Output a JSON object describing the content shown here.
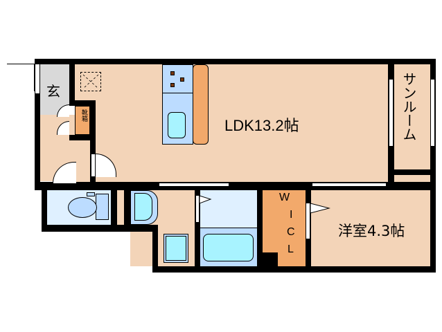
{
  "colors": {
    "wall": "#000000",
    "floor": "#f3d4b8",
    "entrance": "#d9d9d9",
    "storage": "#f2a96b",
    "wet_area": "#dff0ff",
    "fixture_blue": "#bcdcff",
    "fixture_cyan": "#a8f3ff"
  },
  "rooms": {
    "entrance": {
      "label": "玄"
    },
    "shoe_box": {
      "label": "靴箱"
    },
    "ldk": {
      "label": "LDK13.2帖"
    },
    "sunroom": {
      "label": "サンルーム"
    },
    "wic": {
      "label": "WICL",
      "chars": [
        "W",
        "I",
        "C",
        "L"
      ]
    },
    "western_room": {
      "label": "洋室4.3帖"
    }
  }
}
